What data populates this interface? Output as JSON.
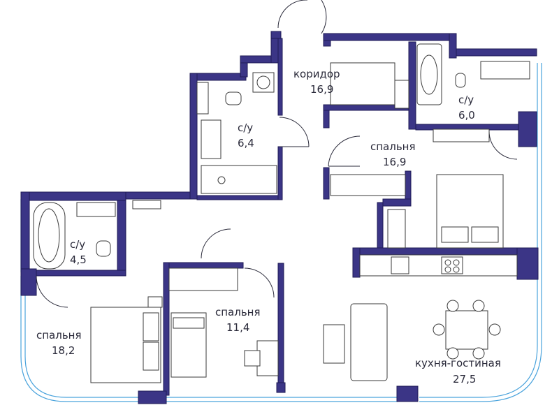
{
  "colors": {
    "wall": "#3b3586",
    "window": "#4aa3dc",
    "line": "#2a2a3a"
  },
  "rooms": [
    {
      "name": "коридор",
      "area": "16,9"
    },
    {
      "name": "с/у",
      "area": "6,4"
    },
    {
      "name": "с/у",
      "area": "6,0"
    },
    {
      "name": "спальня",
      "area": "16,9"
    },
    {
      "name": "с/у",
      "area": "4,5"
    },
    {
      "name": "спальня",
      "area": "11,4"
    },
    {
      "name": "спальня",
      "area": "18,2"
    },
    {
      "name": "кухня-гостиная",
      "area": "27,5"
    }
  ]
}
